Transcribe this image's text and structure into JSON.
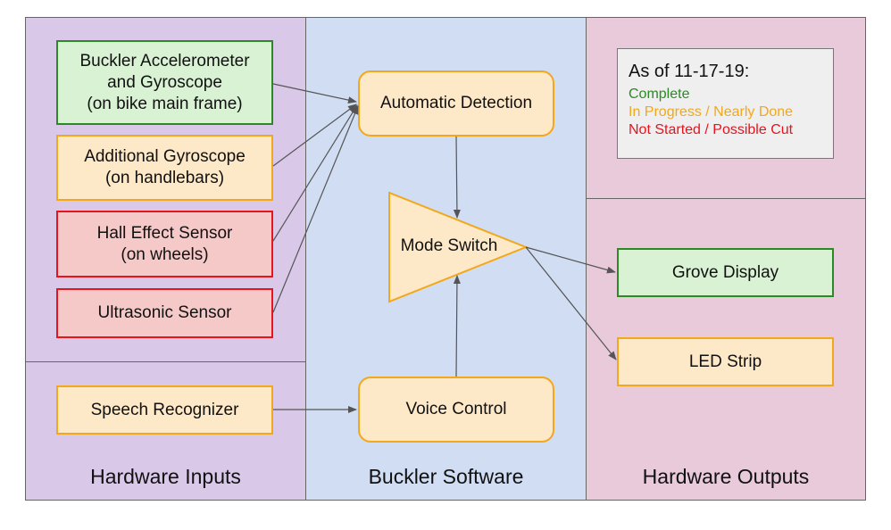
{
  "sections": {
    "inputs": "Hardware Inputs",
    "software": "Buckler Software",
    "outputs": "Hardware Outputs"
  },
  "inputs": {
    "accelerometer": "Buckler Accelerometer\nand Gyroscope\n(on bike main frame)",
    "gyroscope": "Additional Gyroscope\n(on handlebars)",
    "hall_sensor": "Hall Effect Sensor\n(on wheels)",
    "ultrasonic": "Ultrasonic Sensor",
    "speech": "Speech Recognizer"
  },
  "software": {
    "auto_detection": "Automatic Detection",
    "mode_switch": "Mode Switch",
    "voice_control": "Voice Control"
  },
  "outputs": {
    "grove_display": "Grove Display",
    "led_strip": "LED Strip"
  },
  "legend": {
    "title": "As of 11-17-19:",
    "complete": "Complete",
    "in_progress": "In Progress / Nearly Done",
    "not_started": "Not Started / Possible Cut"
  },
  "colors": {
    "inputs_bg": "#d9c8e8",
    "software_bg": "#d0ddf3",
    "outputs_bg": "#e8cadb",
    "complete": "#2b8a24",
    "in_progress": "#f2a81a",
    "not_started": "#e8131d"
  }
}
